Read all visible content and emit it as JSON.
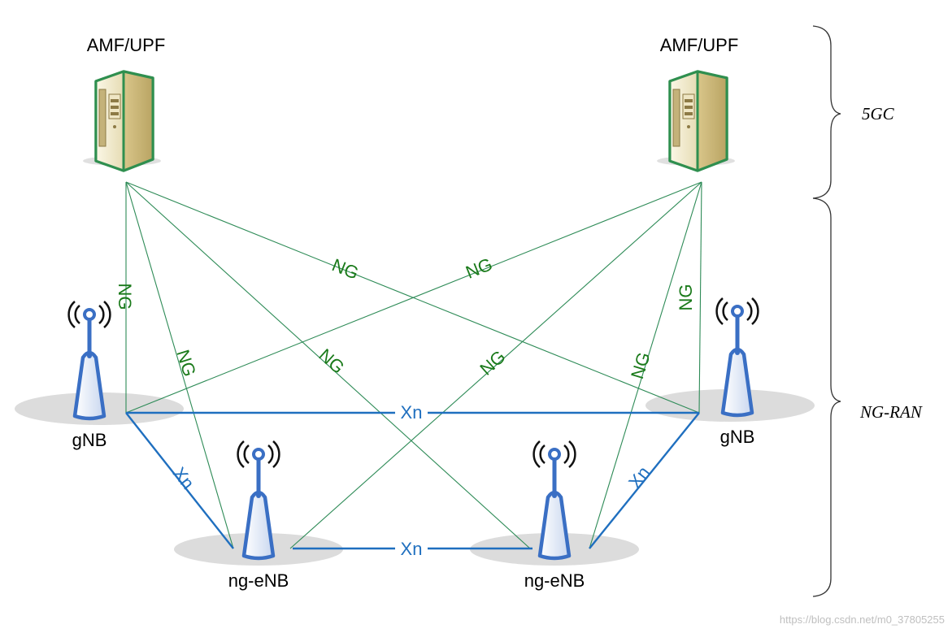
{
  "colors": {
    "ng_line": "#2e8b57",
    "ng_text": "#1a7a1a",
    "xn_line": "#1f6fbf",
    "xn_text": "#1f6fbf",
    "shadow": "#dcdcdc",
    "server_frame": "#2f8f4f",
    "server_body": "#f5f0d8",
    "antenna": "#3a6fc4"
  },
  "core": {
    "left_label": "AMF/UPF",
    "right_label": "AMF/UPF",
    "icon": "server-icon"
  },
  "ran": {
    "left_gnb_label": "gNB",
    "right_gnb_label": "gNB",
    "left_ngenb_label": "ng-eNB",
    "right_ngenb_label": "ng-eNB",
    "icon": "antenna-icon"
  },
  "interfaces": {
    "ng": "NG",
    "xn": "Xn"
  },
  "regions": {
    "core": "5GC",
    "ran": "NG-RAN"
  },
  "watermark": "https://blog.csdn.net/m0_37805255"
}
